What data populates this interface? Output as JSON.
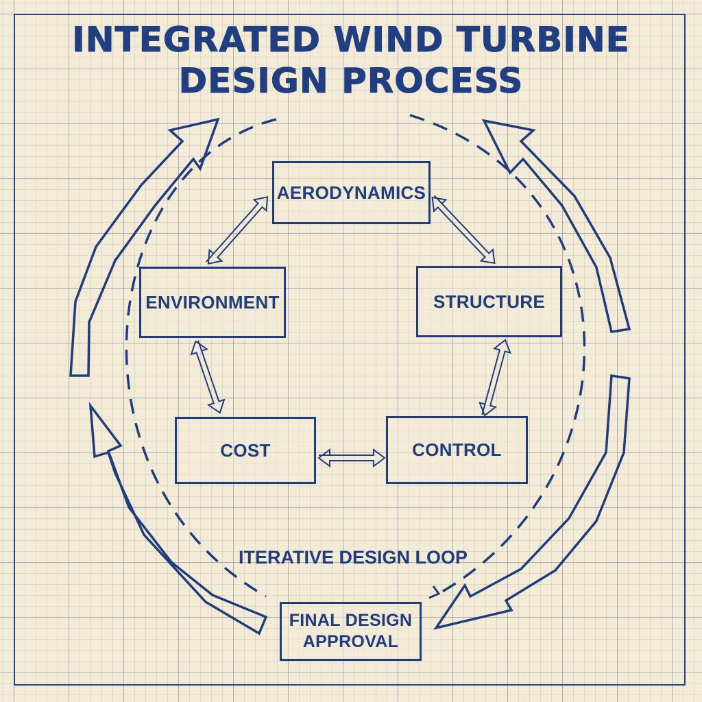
{
  "title": {
    "line1": "INTEGRATED WIND TURBINE",
    "line2": "DESIGN PROCESS"
  },
  "nodes": {
    "aerodynamics": "AERODYNAMICS",
    "environment": "ENVIRONMENT",
    "structure": "STRUCTURE",
    "cost": "COST",
    "control": "CONTROL",
    "final_line1": "FINAL DESIGN",
    "final_line2": "APPROVAL"
  },
  "loop_label": "ITERATIVE DESIGN LOOP",
  "colors": {
    "ink": "#1f3c7c",
    "paper": "#f3ebd6",
    "grid": "#3c5a96"
  }
}
